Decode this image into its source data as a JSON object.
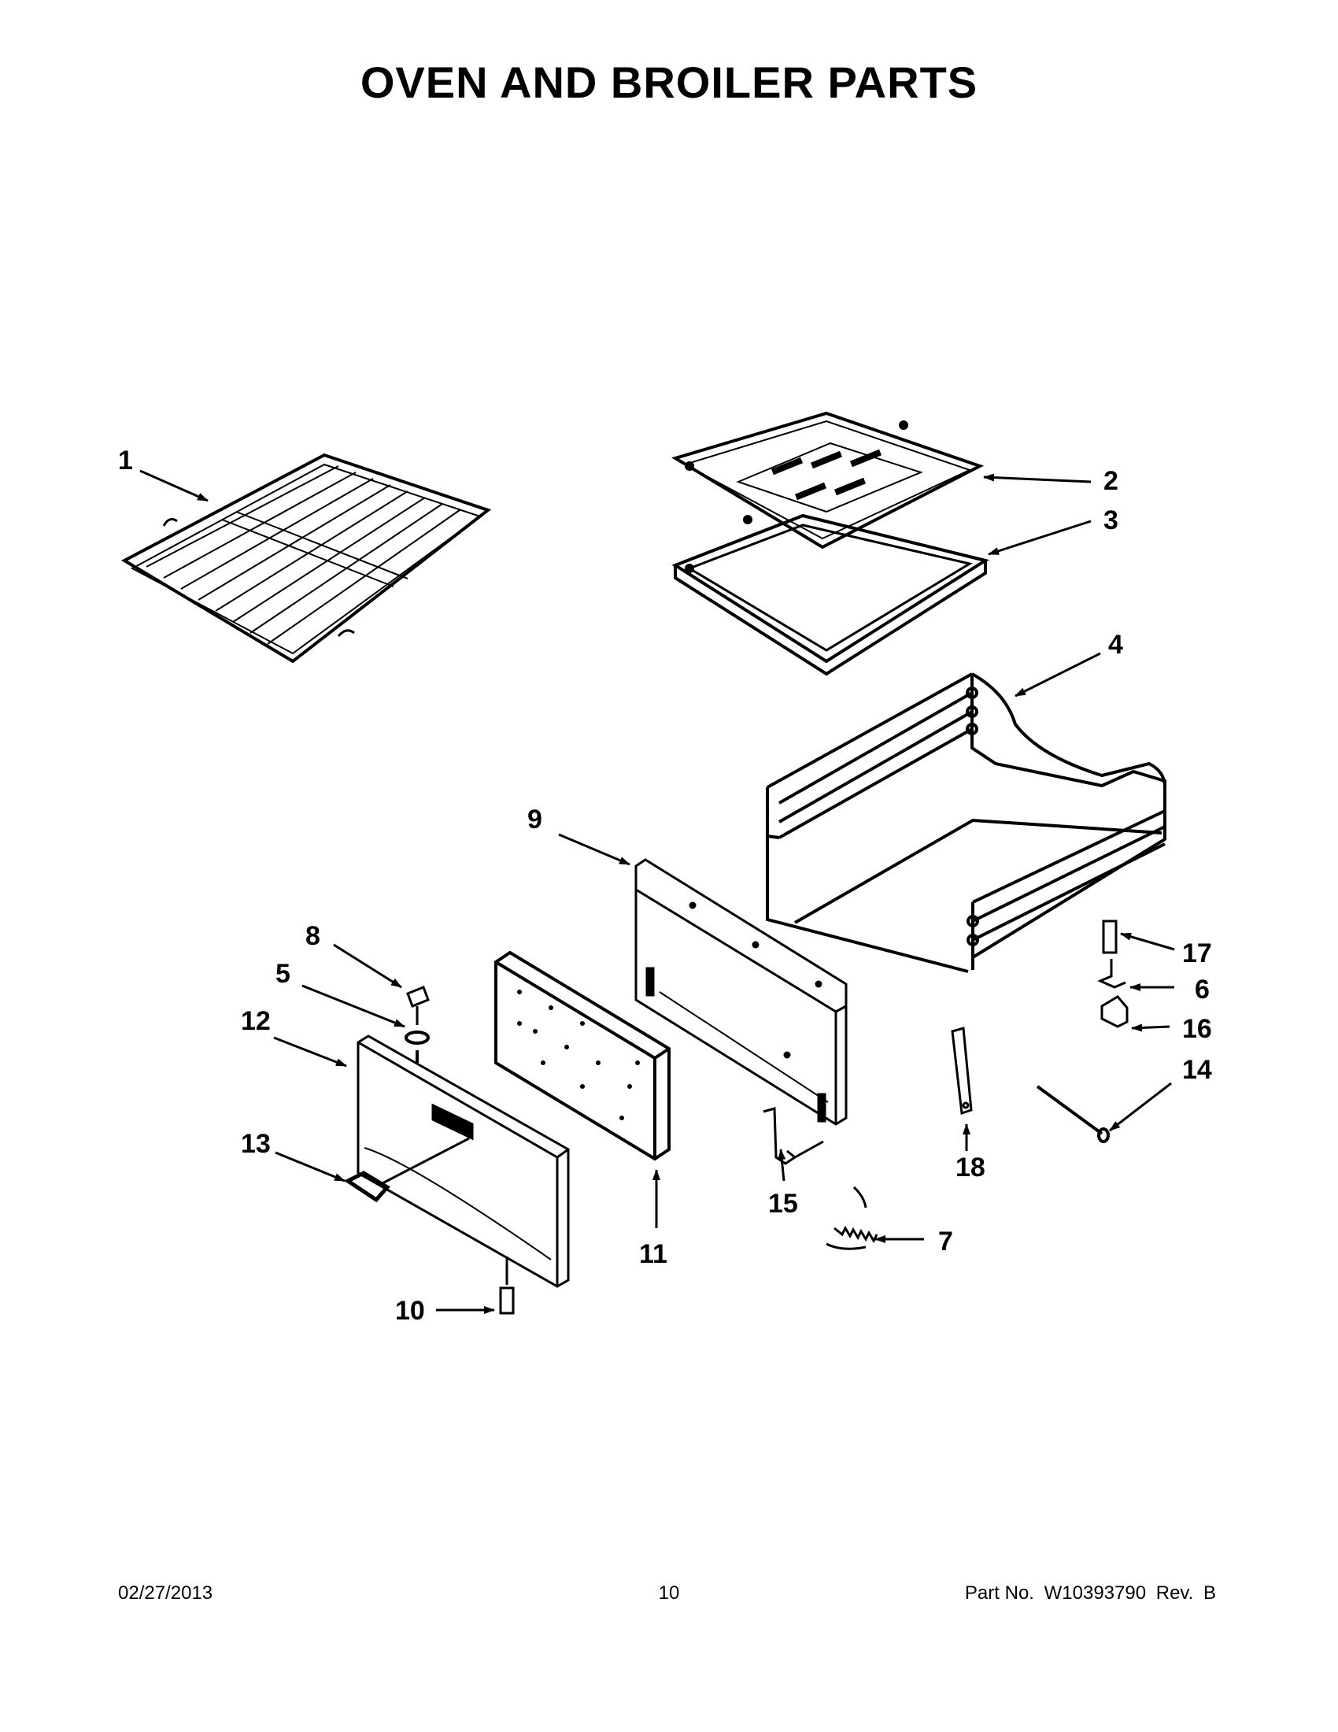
{
  "title": "OVEN AND BROILER PARTS",
  "callouts": {
    "c1": "1",
    "c2": "2",
    "c3": "3",
    "c4": "4",
    "c5": "5",
    "c6": "6",
    "c7": "7",
    "c8": "8",
    "c9": "9",
    "c10": "10",
    "c11": "11",
    "c12": "12",
    "c13": "13",
    "c14": "14",
    "c15": "15",
    "c16": "16",
    "c17": "17",
    "c18": "18"
  },
  "footer": {
    "date": "02/27/2013",
    "page": "10",
    "part_label": "Part No.",
    "part_number": "W10393790",
    "rev_label": "Rev.",
    "rev": "B"
  }
}
